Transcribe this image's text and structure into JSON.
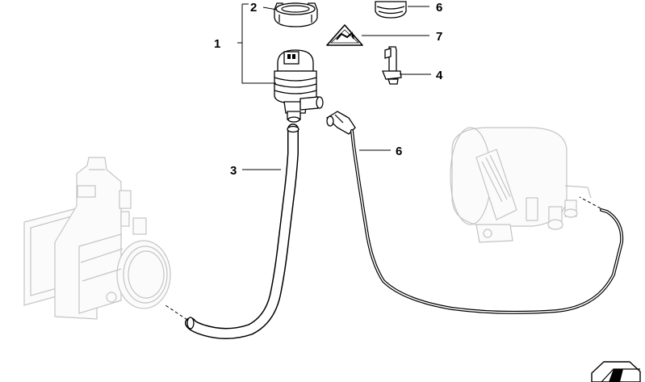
{
  "callouts": {
    "c1": "1",
    "c2": "2",
    "c3": "3",
    "c4": "4",
    "c6a": "6",
    "c6b": "6",
    "c7": "7"
  },
  "icons": {
    "warning": "warning-triangle-icon",
    "folder": "folder-icon"
  }
}
